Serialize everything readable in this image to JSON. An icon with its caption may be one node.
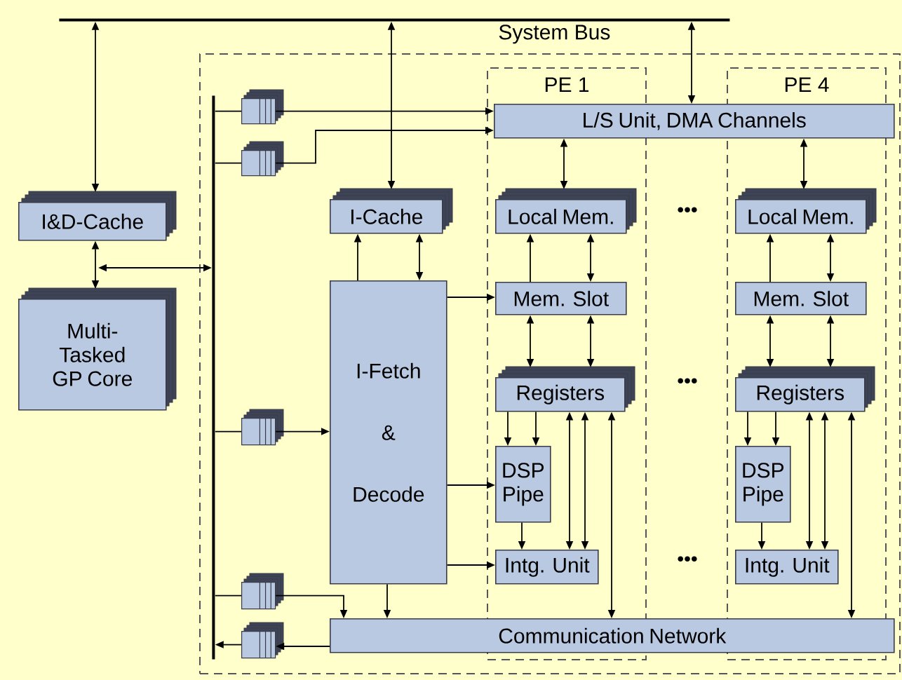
{
  "diagram": {
    "nodes": [
      {
        "text": [],
        "shape": "bar",
        "beside": [
          "System Bus"
        ]
      },
      {
        "text": [
          "I&D-Cache"
        ]
      },
      {
        "text": [
          "Multi-Tasked GP Core"
        ]
      },
      {
        "text": [],
        "shape": "box"
      },
      {
        "text": [],
        "shape": "bar",
        "in": 3
      },
      {
        "text": [],
        "shape": "box",
        "in": 3
      },
      {
        "text": [],
        "shape": "box",
        "in": 3
      },
      {
        "text": [
          "I-Cache"
        ],
        "in": 3
      },
      {
        "text": [
          "I-Fetch & Decode"
        ],
        "in": 3
      },
      {
        "text": [],
        "shape": "box",
        "in": 3
      },
      {
        "text": [],
        "shape": "box",
        "in": 3
      },
      {
        "text": [],
        "shape": "box",
        "in": 3
      },
      {
        "text": [
          "L/S Unit, DMA Channels"
        ],
        "in": 3
      },
      {
        "text": [
          "Communication Network"
        ],
        "in": 3
      },
      {
        "text": [
          "PE 1"
        ],
        "in": 3
      },
      {
        "text": [
          "Local Mem."
        ],
        "in": 14
      },
      {
        "text": [
          "Mem. Slot"
        ],
        "in": 14
      },
      {
        "text": [
          "Registers"
        ],
        "in": 14
      },
      {
        "text": [
          "DSP Pipe"
        ],
        "in": 14
      },
      {
        "text": [
          "Intg. Unit"
        ],
        "in": 14
      },
      {
        "text": [
          "PE 4"
        ],
        "in": 3
      },
      {
        "text": [
          "Local Mem."
        ],
        "in": 20
      },
      {
        "text": [
          "Mem. Slot"
        ],
        "in": 20
      },
      {
        "text": [
          "Registers"
        ],
        "in": 20
      },
      {
        "text": [
          "DSP Pipe"
        ],
        "in": 20
      },
      {
        "text": [
          "Intg. Unit"
        ],
        "in": 20
      }
    ],
    "edges": [
      {
        "from": 0,
        "to": 1,
        "arrow": "both"
      },
      {
        "from": 0,
        "to": 7,
        "arrow": "both"
      },
      {
        "from": 0,
        "to": 12,
        "arrow": "both"
      },
      {
        "from": 1,
        "to": 2,
        "arrow": "both"
      },
      {
        "from": null,
        "to": 4,
        "arrow": "both"
      },
      {
        "from": 4,
        "to": 5,
        "arrow": "none"
      },
      {
        "from": 4,
        "to": 6,
        "arrow": "none"
      },
      {
        "from": 4,
        "to": 9,
        "arrow": "none"
      },
      {
        "from": 4,
        "to": 10,
        "arrow": "none"
      },
      {
        "from": 11,
        "to": 4,
        "arrow": "to"
      },
      {
        "from": 5,
        "to": 12,
        "arrow": "to"
      },
      {
        "from": 6,
        "to": 12,
        "arrow": "to"
      },
      {
        "from": 9,
        "to": 8,
        "arrow": "to"
      },
      {
        "from": 10,
        "to": 13,
        "arrow": "to"
      },
      {
        "from": 13,
        "to": 11,
        "arrow": "to"
      },
      {
        "from": 8,
        "to": 7,
        "arrow": "to"
      },
      {
        "from": 8,
        "to": 7,
        "arrow": "both"
      },
      {
        "from": 8,
        "to": 16,
        "arrow": "to"
      },
      {
        "from": 8,
        "to": 18,
        "arrow": "to"
      },
      {
        "from": 8,
        "to": 19,
        "arrow": "to"
      },
      {
        "from": 8,
        "to": 13,
        "arrow": "to"
      },
      {
        "from": 12,
        "to": 15,
        "arrow": "both"
      },
      {
        "from": 16,
        "to": 15,
        "arrow": "to"
      },
      {
        "from": 16,
        "to": 15,
        "arrow": "both"
      },
      {
        "from": 16,
        "to": 17,
        "arrow": "both"
      },
      {
        "from": 16,
        "to": 17,
        "arrow": "both"
      },
      {
        "from": 17,
        "to": 18,
        "arrow": "to"
      },
      {
        "from": 17,
        "to": 18,
        "arrow": "to"
      },
      {
        "from": 18,
        "to": 19,
        "arrow": "to"
      },
      {
        "from": 17,
        "to": 19,
        "arrow": "both"
      },
      {
        "from": 17,
        "to": 19,
        "arrow": "both"
      },
      {
        "from": 17,
        "to": 13,
        "arrow": "both"
      },
      {
        "from": 12,
        "to": 21,
        "arrow": "both"
      },
      {
        "from": 22,
        "to": 21,
        "arrow": "to"
      },
      {
        "from": 22,
        "to": 21,
        "arrow": "both"
      },
      {
        "from": 22,
        "to": 23,
        "arrow": "both"
      },
      {
        "from": 22,
        "to": 23,
        "arrow": "both"
      },
      {
        "from": 23,
        "to": 24,
        "arrow": "to"
      },
      {
        "from": 23,
        "to": 24,
        "arrow": "to"
      },
      {
        "from": 24,
        "to": 25,
        "arrow": "to"
      },
      {
        "from": 23,
        "to": 25,
        "arrow": "both"
      },
      {
        "from": 23,
        "to": 25,
        "arrow": "both"
      },
      {
        "from": 23,
        "to": 13,
        "arrow": "both"
      }
    ],
    "labels": [
      "•••",
      "•••",
      "•••"
    ]
  }
}
